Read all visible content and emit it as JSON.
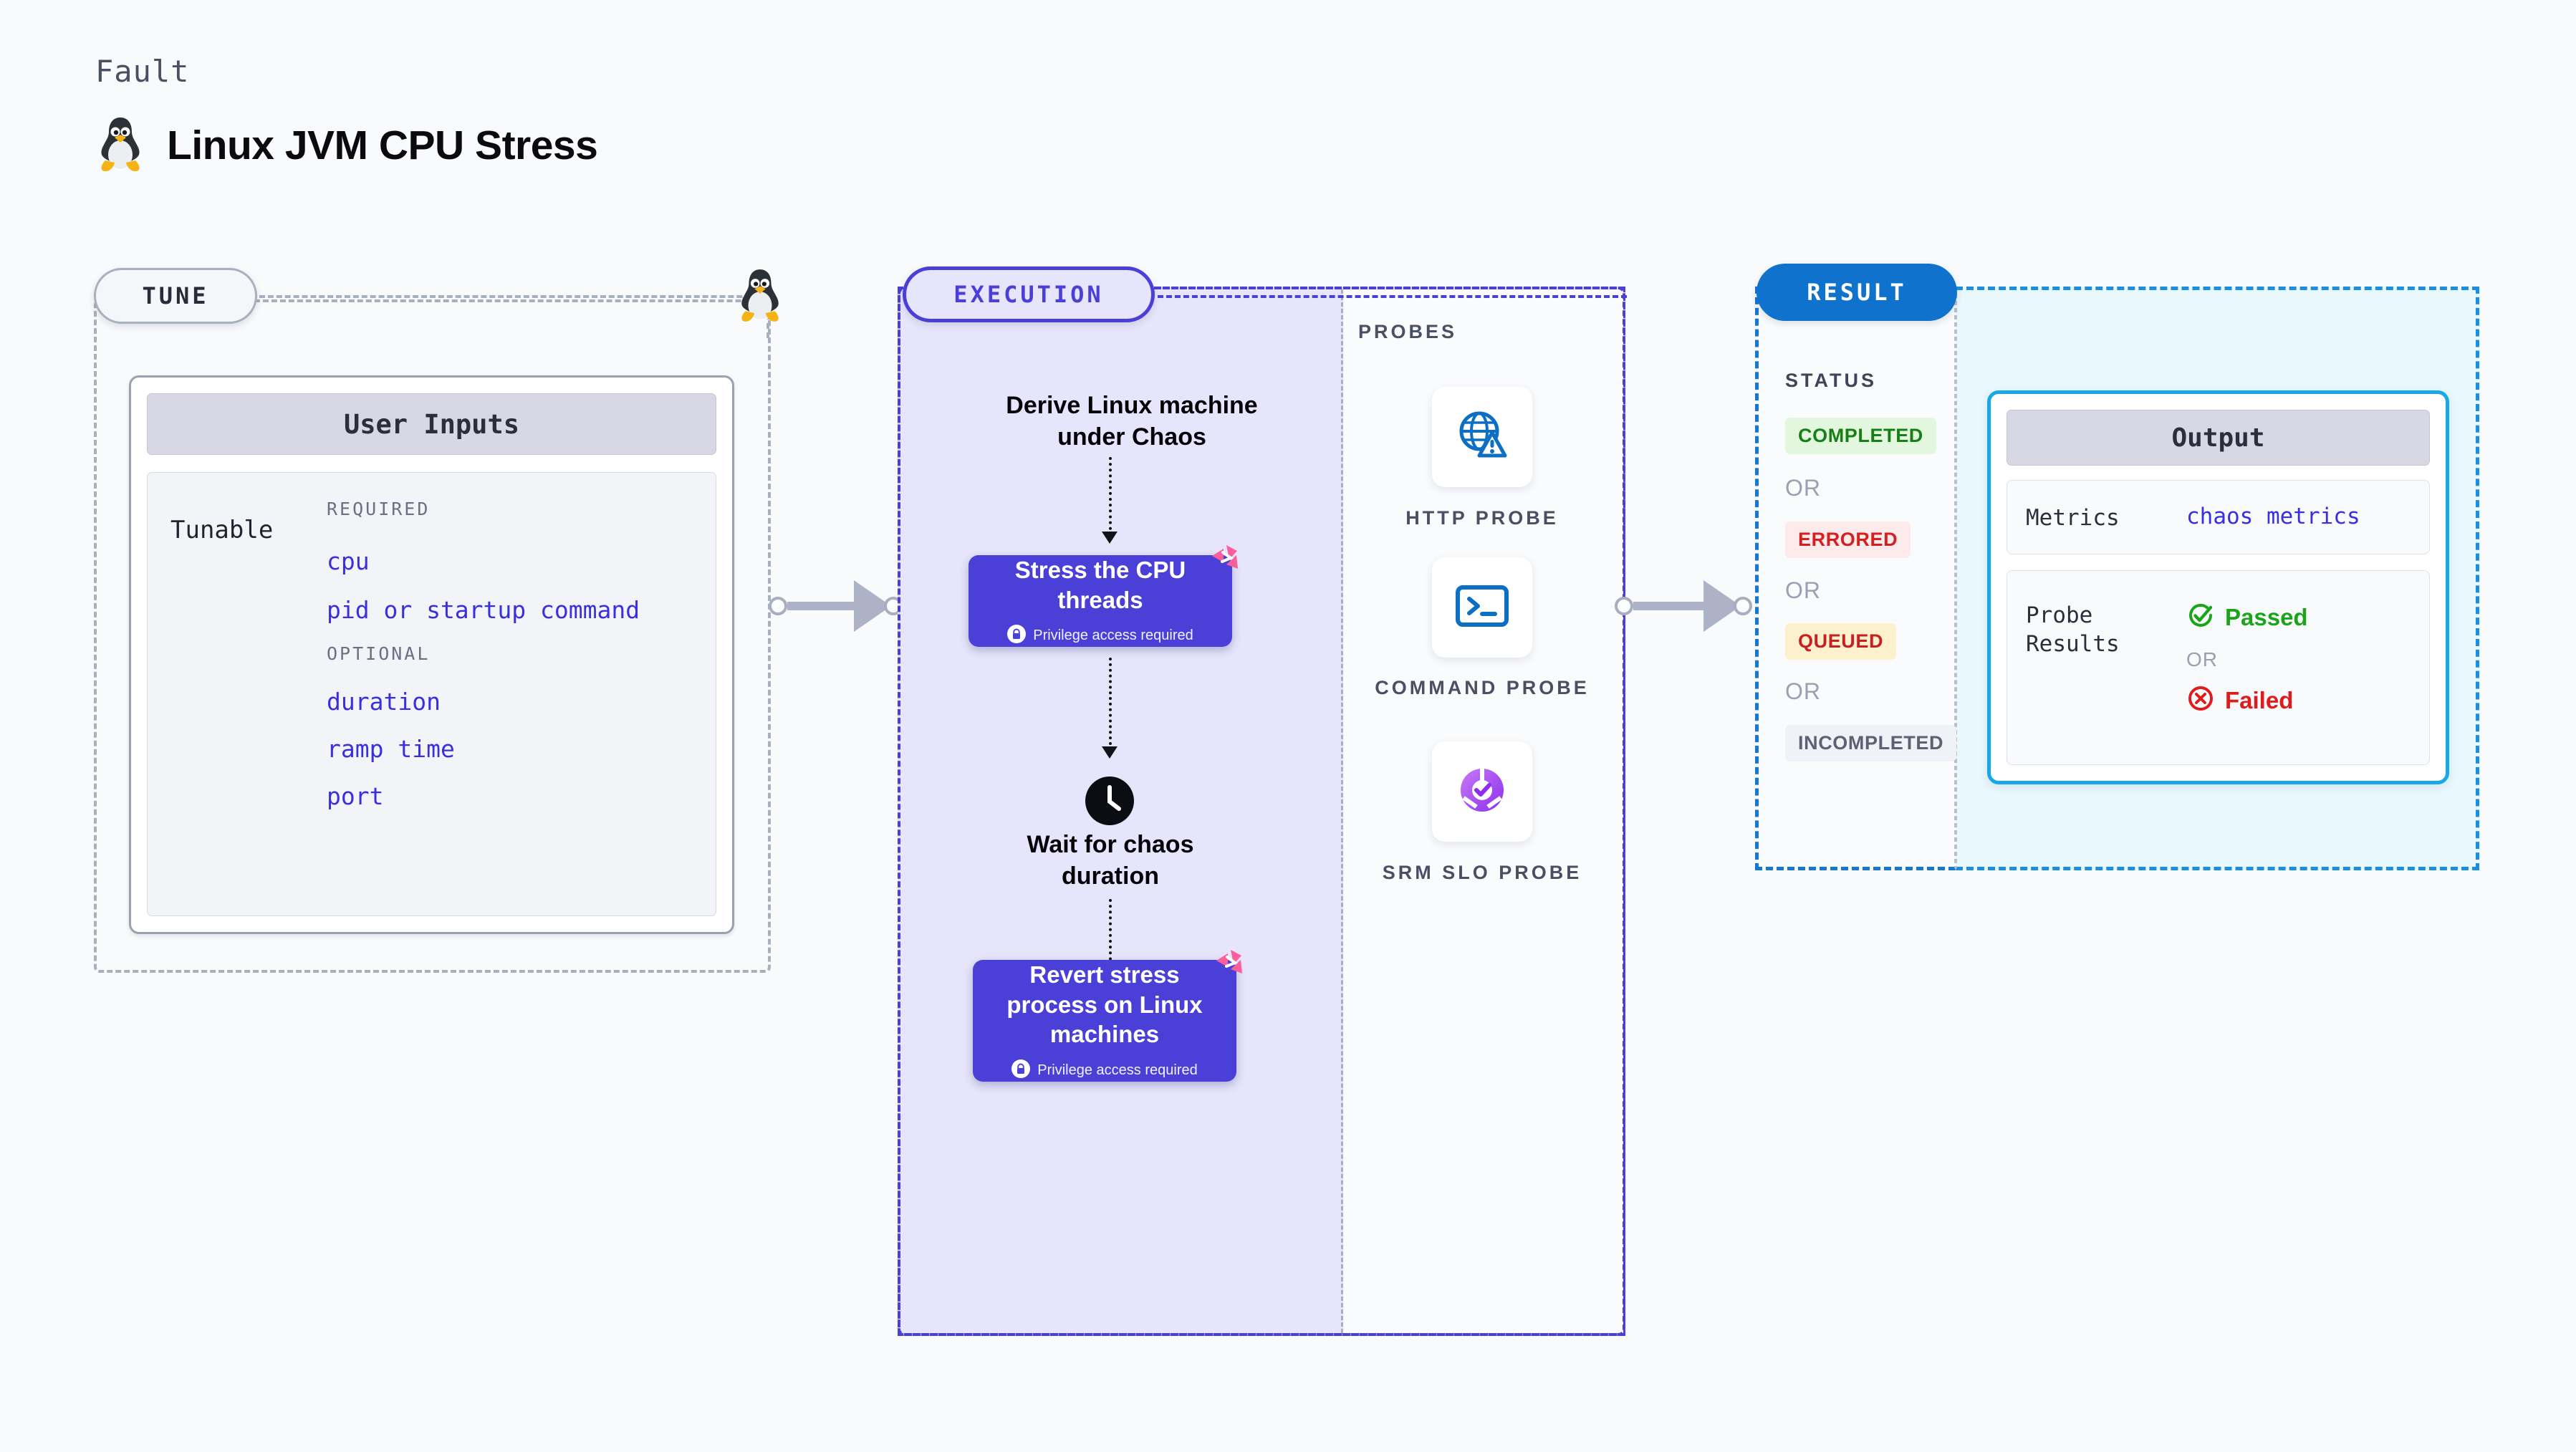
{
  "header": {
    "eyebrow": "Fault",
    "title": "Linux JVM CPU Stress",
    "icon": "tux-penguin-icon"
  },
  "tune": {
    "pill_label": "TUNE",
    "card_title": "User Inputs",
    "row_label": "Tunable",
    "groups": [
      {
        "label": "REQUIRED",
        "items": [
          "cpu",
          "pid or startup command"
        ]
      },
      {
        "label": "OPTIONAL",
        "items": [
          "duration",
          "ramp time",
          "port"
        ]
      }
    ]
  },
  "execution": {
    "pill_label": "EXECUTION",
    "steps": [
      {
        "kind": "text",
        "label": "Derive Linux machine under Chaos"
      },
      {
        "kind": "box",
        "label": "Stress the CPU threads",
        "note": "Privilege access required",
        "badge_icon": "litmus-chaos-icon",
        "lock_icon": "lock-icon"
      },
      {
        "kind": "wait",
        "label": "Wait for chaos duration",
        "icon": "clock-icon"
      },
      {
        "kind": "box",
        "label": "Revert stress process on Linux machines",
        "note": "Privilege access required",
        "badge_icon": "litmus-chaos-icon",
        "lock_icon": "lock-icon"
      }
    ]
  },
  "probes": {
    "title": "PROBES",
    "items": [
      {
        "caption": "HTTP PROBE",
        "icon": "globe-alert-icon"
      },
      {
        "caption": "COMMAND PROBE",
        "icon": "terminal-icon"
      },
      {
        "caption": "SRM SLO PROBE",
        "icon": "slo-donut-check-icon"
      }
    ]
  },
  "result": {
    "pill_label": "RESULT",
    "status_title": "STATUS",
    "or_label": "OR",
    "statuses": [
      {
        "label": "COMPLETED",
        "bg": "#e3f7de",
        "fg": "#168016"
      },
      {
        "label": "ERRORED",
        "bg": "#fdeaea",
        "fg": "#d32020"
      },
      {
        "label": "QUEUED",
        "bg": "#fdf0cc",
        "fg": "#c62020"
      },
      {
        "label": "INCOMPLETED",
        "bg": "#f1f2f7",
        "fg": "#5c6173"
      }
    ]
  },
  "output": {
    "card_title": "Output",
    "metrics_key": "Metrics",
    "metrics_value": "chaos metrics",
    "probe_results_key": "Probe Results",
    "or_label": "OR",
    "passed_label": "Passed",
    "failed_label": "Failed",
    "passed_icon": "check-circle-icon",
    "failed_icon": "x-circle-icon"
  },
  "colors": {
    "accent_purple": "#4a40d8",
    "accent_blue": "#0f72cd",
    "accent_cyan": "#18a8e8",
    "chaos_pink": "#fa5f9b",
    "tunable_blue": "#3a2fe0"
  }
}
